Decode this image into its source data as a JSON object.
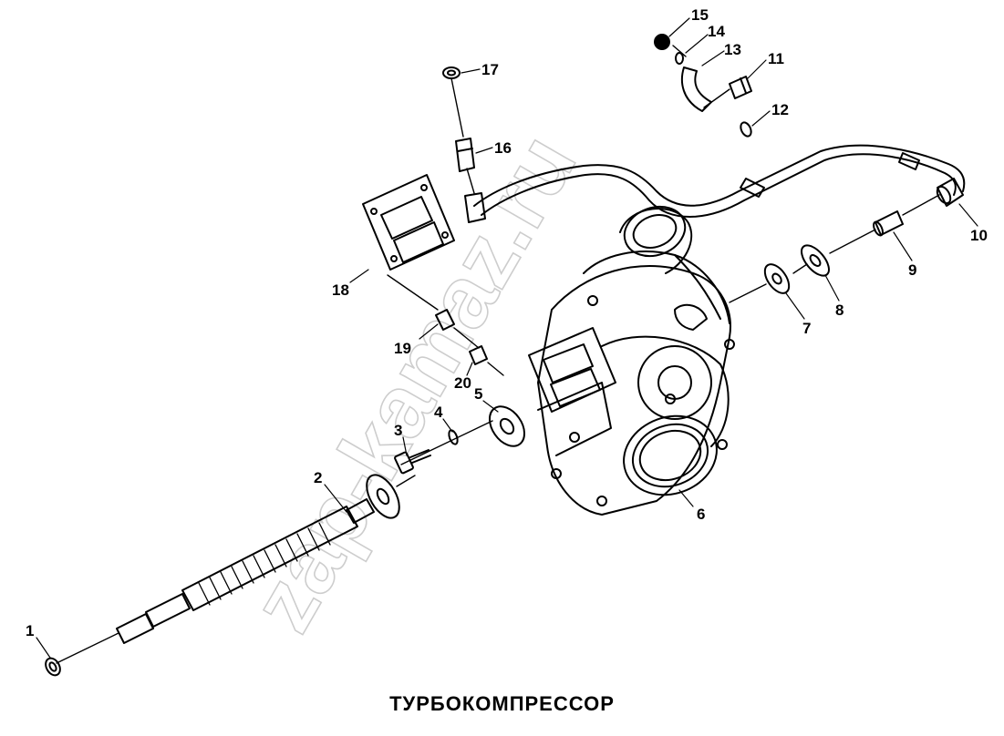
{
  "title": "ТУРБОКОМПРЕССОР",
  "watermark": "zap-kamaz.ru",
  "callouts": [
    {
      "id": "1",
      "text": "1"
    },
    {
      "id": "2",
      "text": "2"
    },
    {
      "id": "3",
      "text": "3"
    },
    {
      "id": "4",
      "text": "4"
    },
    {
      "id": "5",
      "text": "5"
    },
    {
      "id": "6",
      "text": "6"
    },
    {
      "id": "7",
      "text": "7"
    },
    {
      "id": "8",
      "text": "8"
    },
    {
      "id": "9",
      "text": "9"
    },
    {
      "id": "10",
      "text": "10"
    },
    {
      "id": "11",
      "text": "11"
    },
    {
      "id": "12",
      "text": "12"
    },
    {
      "id": "13",
      "text": "13"
    },
    {
      "id": "14",
      "text": "14"
    },
    {
      "id": "15",
      "text": "15"
    },
    {
      "id": "16",
      "text": "16"
    },
    {
      "id": "17",
      "text": "17"
    },
    {
      "id": "18",
      "text": "18"
    },
    {
      "id": "19",
      "text": "19"
    },
    {
      "id": "20",
      "text": "20"
    }
  ]
}
